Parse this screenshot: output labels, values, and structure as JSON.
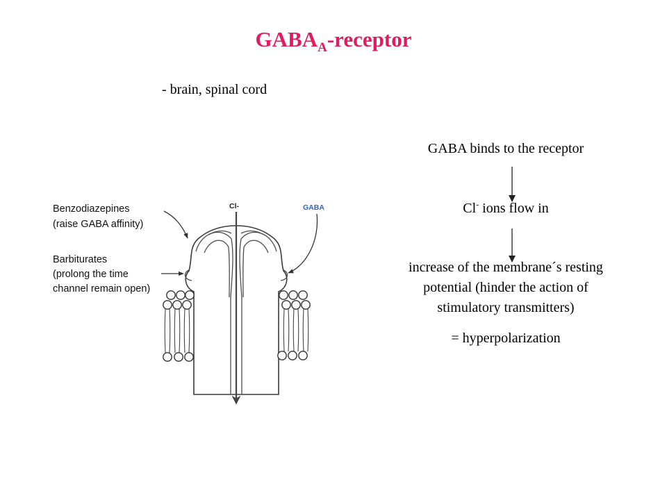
{
  "slide": {
    "title": {
      "main": "GABA",
      "subscript": "A",
      "suffix": "-receptor",
      "color": "#e5195f"
    },
    "location_note": "- brain, spinal cord",
    "mechanism": {
      "step1": "GABA binds to the receptor",
      "step2": {
        "ion": "Cl",
        "charge": "-",
        "text": " ions flow in"
      },
      "step3_lines": [
        "increase of the membrane´s resting",
        "potential (hinder the action of",
        "stimulatory transmitters)"
      ],
      "result": "= hyperpolarization"
    },
    "diagram": {
      "benzodiazepines": [
        "Benzodiazepines",
        "(raise GABA affinity)"
      ],
      "barbiturates": [
        "Barbiturates",
        "(prolong the time",
        "channel remain open)"
      ],
      "chloride_label": "Cl-",
      "gaba_label": "GABA",
      "gaba_label_color": "#2d63c8"
    }
  }
}
